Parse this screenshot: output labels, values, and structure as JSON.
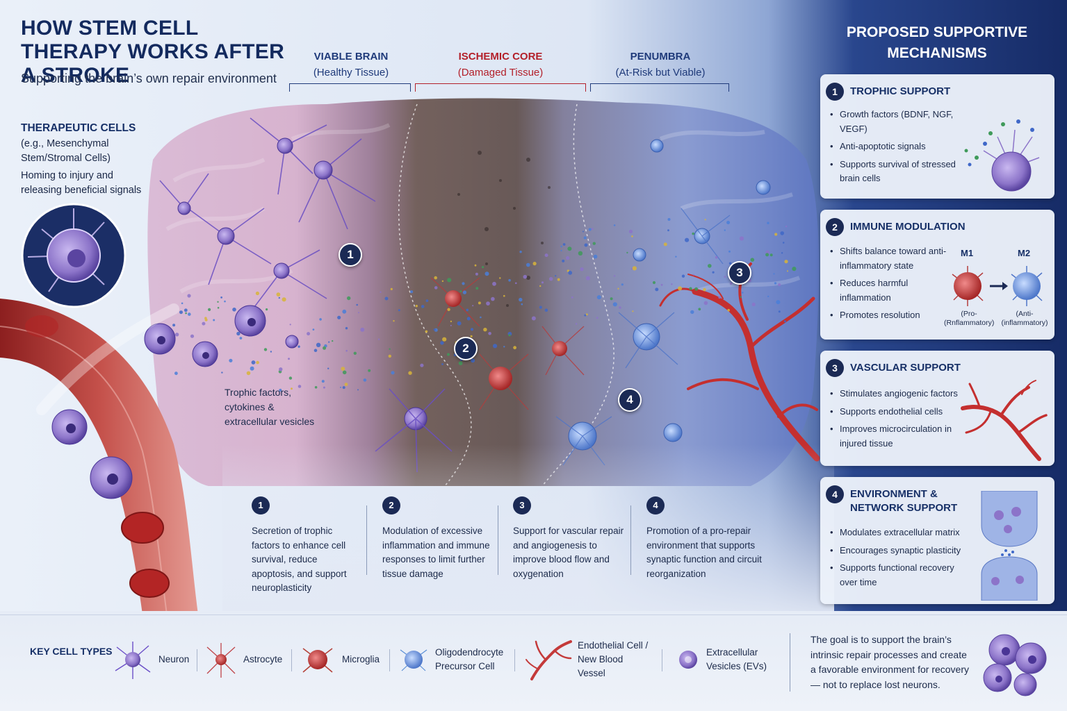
{
  "header": {
    "title": "HOW STEM CELL THERAPY WORKS AFTER A STROKE",
    "subtitle": "Supporting the brain’s own repair environment"
  },
  "regions": [
    {
      "name": "VIABLE BRAIN",
      "sub": "(Healthy Tissue)",
      "color": "#1f3a7a"
    },
    {
      "name": "ISCHEMIC CORE",
      "sub": "(Damaged Tissue)",
      "color": "#b3202a"
    },
    {
      "name": "PENUMBRA",
      "sub": "(At-Risk but Viable)",
      "color": "#1f3a7a"
    }
  ],
  "therapeutic": {
    "title": "THERAPEUTIC CELLS",
    "example": "(e.g., Mesenchymal Stem/Stromal Cells)",
    "desc": "Homing to injury and releasing beneficial signals"
  },
  "trophic_label": "Trophic factors, cytokines & extracellular vesicles",
  "markers": [
    "1",
    "2",
    "3",
    "4"
  ],
  "steps": [
    {
      "num": "1",
      "text": "Secretion of trophic factors to enhance cell survival, reduce apoptosis, and support neuroplasticity"
    },
    {
      "num": "2",
      "text": "Modulation of excessive inflammation and immune responses to limit further tissue damage"
    },
    {
      "num": "3",
      "text": "Support for vascular repair and angiogenesis to improve blood flow and oxygenation"
    },
    {
      "num": "4",
      "text": "Promotion of a pro-repair environment that supports synaptic function and circuit reorganization"
    }
  ],
  "panel": {
    "title": "PROPOSED SUPPORTIVE MECHANISMS",
    "cards": [
      {
        "num": "1",
        "title": "TROPHIC SUPPORT",
        "bullets": [
          "Growth factors (BDNF, NGF, VEGF)",
          "Anti-apoptotic signals",
          "Supports survival of stressed brain cells"
        ]
      },
      {
        "num": "2",
        "title": "IMMUNE MODULATION",
        "bullets": [
          "Shifts balance toward anti-inflammatory state",
          "Reduces harmful inflammation",
          "Promotes resolution"
        ]
      },
      {
        "num": "3",
        "title": "VASCULAR SUPPORT",
        "bullets": [
          "Stimulates angiogenic factors",
          "Supports endothelial cells",
          "Improves microcirculation in injured tissue"
        ]
      },
      {
        "num": "4",
        "title": "ENVIRONMENT & NETWORK SUPPORT",
        "bullets": [
          "Modulates extracellular matrix",
          "Encourages synaptic plasticity",
          "Supports functional recovery over time"
        ]
      }
    ],
    "immune": {
      "m1": "M1",
      "m2": "M2",
      "m1_sub": "(Pro-\n(Rnflammatory)",
      "m2_sub": "(Anti-\n(inflammatory)"
    }
  },
  "key": {
    "title": "KEY CELL TYPES",
    "items": [
      {
        "label": "Neuron",
        "color": "#6b4fc8"
      },
      {
        "label": "Astrocyte",
        "color": "#c0454a"
      },
      {
        "label": "Microglia",
        "color": "#b5433a"
      },
      {
        "label": "Oligodendrocyte Precursor Cell",
        "color": "#5b8fd6"
      },
      {
        "label": "Endothelial Cell / New Blood Vessel",
        "color": "#c43a3a"
      },
      {
        "label": "Extracellular Vesicles (EVs)",
        "color": "#8c74c9"
      }
    ]
  },
  "goal": "The goal is to support the brain’s intrinsic repair processes and create a favorable environment for recovery — not to replace lost neurons.",
  "colors": {
    "navy": "#1b2a55",
    "accent_red": "#b3202a",
    "panel_bg": "#1a2f6a"
  }
}
